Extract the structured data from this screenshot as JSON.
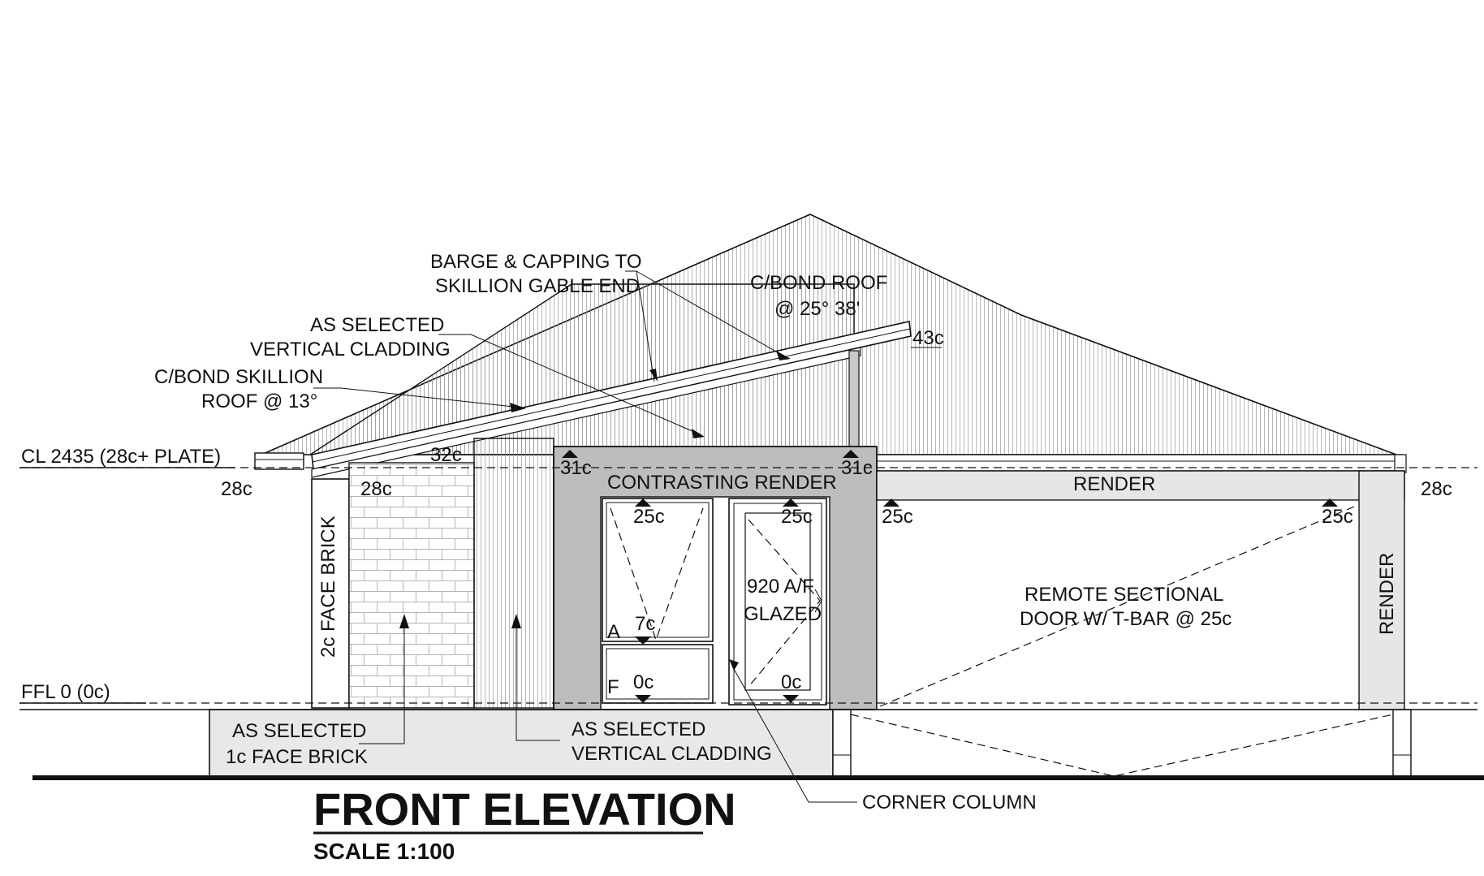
{
  "drawing": {
    "title": "FRONT ELEVATION",
    "scale": "SCALE 1:100"
  },
  "levels": {
    "ceiling": "CL  2435 (28c+ PLATE)",
    "floor": "FFL    0 (0c)"
  },
  "annotations": {
    "barge_1": "BARGE & CAPPING TO",
    "barge_2": "SKILLION GABLE END",
    "cladding_top_1": "AS SELECTED",
    "cladding_top_2": "VERTICAL CLADDING",
    "skillion_1": "C/BOND SKILLION",
    "skillion_2": "ROOF @ 13°",
    "cbond_roof_1": "C/BOND ROOF",
    "cbond_roof_2": "@ 25° 38'",
    "contrasting_render": "CONTRASTING RENDER",
    "render_beam": "RENDER",
    "render_pier": "RENDER",
    "face_brick_2c": "2c FACE BRICK",
    "glazed_1": "920 A/F",
    "glazed_2": "GLAZED",
    "garage_1": "REMOTE SECTIONAL",
    "garage_2": "DOOR W/ T-BAR @ 25c",
    "brick_1": "AS SELECTED",
    "brick_2": "1c FACE BRICK",
    "cladding_bot_1": "AS SELECTED",
    "cladding_bot_2": "VERTICAL CLADDING",
    "corner_column": "CORNER COLUMN",
    "window_a": "A",
    "window_f": "F"
  },
  "course_marks": {
    "c43": "43c",
    "c32": "32c",
    "c31_left": "31c",
    "c31_right": "31c",
    "c28_left": "28c",
    "c28_brick": "28c",
    "c28_right": "28c",
    "c25_window": "25c",
    "c25_door": "25c",
    "c25_garage_left": "25c",
    "c25_garage_right": "25c",
    "c7": "7c",
    "c0_window": "0c",
    "c0_door": "0c"
  }
}
